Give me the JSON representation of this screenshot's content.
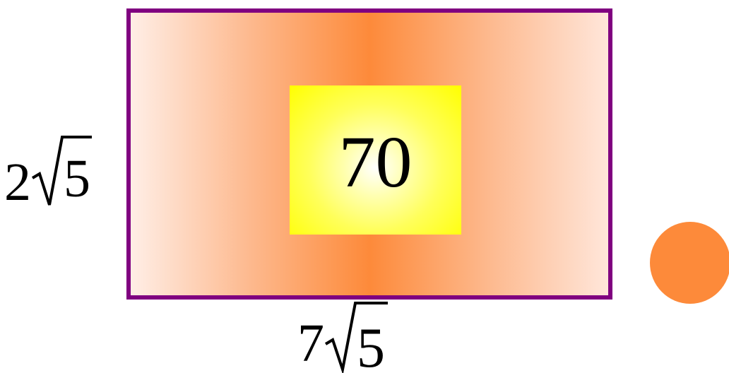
{
  "diagram": {
    "area": "70",
    "left_label": {
      "coefficient": "2",
      "radicand": "5"
    },
    "bottom_label": {
      "coefficient": "7",
      "radicand": "5"
    }
  },
  "colors": {
    "rectangle_border": "#800080",
    "rectangle_fill_edge": "#ffeee6",
    "rectangle_fill_center": "#fd8a3a",
    "area_box_fill": "#ffff00",
    "dot": "#fd8a3a"
  }
}
